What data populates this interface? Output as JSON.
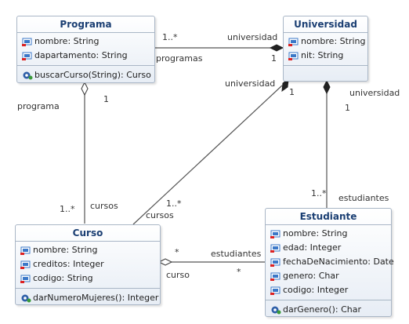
{
  "classes": {
    "programa": {
      "name": "Programa",
      "attributes": [
        "nombre: String",
        "dapartamento: String"
      ],
      "operations": [
        "buscarCurso(String): Curso"
      ]
    },
    "universidad": {
      "name": "Universidad",
      "attributes": [
        "nombre: String",
        "nit: String"
      ],
      "operations": []
    },
    "curso": {
      "name": "Curso",
      "attributes": [
        "nombre: String",
        "creditos: Integer",
        "codigo: String"
      ],
      "operations": [
        "darNumeroMujeres(): Integer"
      ]
    },
    "estudiante": {
      "name": "Estudiante",
      "attributes": [
        "nombre: String",
        "edad: Integer",
        "fechaDeNacimiento: Date",
        "genero: Char",
        "codigo: Integer"
      ],
      "operations": [
        "darGenero(): Char"
      ]
    }
  },
  "labels": {
    "prog_univ_mult": "1..*",
    "prog_univ_role": "universidad",
    "prog_role": "programas",
    "univ_prog_mult": "1",
    "prog_curso_role_prog": "programa",
    "prog_curso_mult_prog": "1",
    "prog_curso_mult_curso": "1..*",
    "prog_curso_role_curso": "cursos",
    "univ_curso_role_univ": "universidad",
    "univ_curso_mult_univ": "1",
    "univ_curso_mult_curso": "1..*",
    "univ_curso_role_curso": "cursos",
    "univ_est_role_univ": "universidad",
    "univ_est_mult_univ": "1",
    "univ_est_mult_est": "1..*",
    "univ_est_role_est": "estudiantes",
    "curso_est_mult_curso": "*",
    "curso_est_role_est": "estudiantes",
    "curso_est_role_curso": "curso",
    "curso_est_mult_est": "*"
  },
  "colors": {
    "class_border": "#a9b6c6",
    "class_title": "#1b3f73",
    "line": "#555555",
    "attr_icon": "#3b78c8",
    "op_icon": "#2e5fa8"
  }
}
